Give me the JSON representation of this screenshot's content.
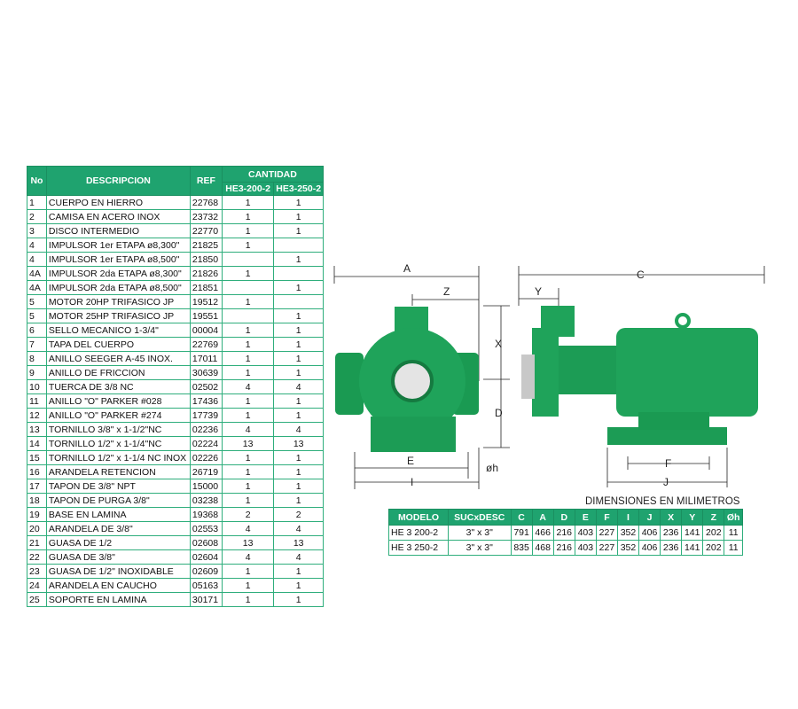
{
  "parts_table": {
    "headers": {
      "no": "No",
      "desc": "DESCRIPCION",
      "ref": "REF",
      "qty": "CANTIDAD",
      "model1": "HE3-200-2",
      "model2": "HE3-250-2"
    },
    "rows": [
      {
        "no": "1",
        "desc": "CUERPO EN HIERRO",
        "ref": "22768",
        "q1": "1",
        "q2": "1"
      },
      {
        "no": "2",
        "desc": "CAMISA EN ACERO INOX",
        "ref": "23732",
        "q1": "1",
        "q2": "1"
      },
      {
        "no": "3",
        "desc": "DISCO INTERMEDIO",
        "ref": "22770",
        "q1": "1",
        "q2": "1"
      },
      {
        "no": "4",
        "desc": "IMPULSOR 1er ETAPA ø8,300\"",
        "ref": "21825",
        "q1": "1",
        "q2": ""
      },
      {
        "no": "4",
        "desc": "IMPULSOR 1er ETAPA ø8,500\"",
        "ref": "21850",
        "q1": "",
        "q2": "1"
      },
      {
        "no": "4A",
        "desc": "IMPULSOR 2da ETAPA ø8,300\"",
        "ref": "21826",
        "q1": "1",
        "q2": ""
      },
      {
        "no": "4A",
        "desc": "IMPULSOR 2da ETAPA ø8,500\"",
        "ref": "21851",
        "q1": "",
        "q2": "1"
      },
      {
        "no": "5",
        "desc": "MOTOR 20HP TRIFASICO JP",
        "ref": "19512",
        "q1": "1",
        "q2": ""
      },
      {
        "no": "5",
        "desc": "MOTOR 25HP TRIFASICO JP",
        "ref": "19551",
        "q1": "",
        "q2": "1"
      },
      {
        "no": "6",
        "desc": "SELLO MECANICO 1-3/4\"",
        "ref": "00004",
        "q1": "1",
        "q2": "1"
      },
      {
        "no": "7",
        "desc": "TAPA DEL CUERPO",
        "ref": "22769",
        "q1": "1",
        "q2": "1"
      },
      {
        "no": "8",
        "desc": "ANILLO SEEGER A-45 INOX.",
        "ref": "17011",
        "q1": "1",
        "q2": "1"
      },
      {
        "no": "9",
        "desc": "ANILLO DE FRICCION",
        "ref": "30639",
        "q1": "1",
        "q2": "1"
      },
      {
        "no": "10",
        "desc": "TUERCA DE 3/8 NC",
        "ref": "02502",
        "q1": "4",
        "q2": "4"
      },
      {
        "no": "11",
        "desc": "ANILLO \"O\" PARKER #028",
        "ref": "17436",
        "q1": "1",
        "q2": "1"
      },
      {
        "no": "12",
        "desc": "ANILLO \"O\" PARKER #274",
        "ref": "17739",
        "q1": "1",
        "q2": "1"
      },
      {
        "no": "13",
        "desc": "TORNILLO 3/8\" x 1-1/2\"NC",
        "ref": "02236",
        "q1": "4",
        "q2": "4"
      },
      {
        "no": "14",
        "desc": "TORNILLO 1/2\" x 1-1/4\"NC",
        "ref": "02224",
        "q1": "13",
        "q2": "13"
      },
      {
        "no": "15",
        "desc": "TORNILLO 1/2\" x 1-1/4 NC INOX",
        "ref": "02226",
        "q1": "1",
        "q2": "1"
      },
      {
        "no": "16",
        "desc": "ARANDELA RETENCION",
        "ref": "26719",
        "q1": "1",
        "q2": "1"
      },
      {
        "no": "17",
        "desc": "TAPON DE 3/8\" NPT",
        "ref": "15000",
        "q1": "1",
        "q2": "1"
      },
      {
        "no": "18",
        "desc": "TAPON DE PURGA 3/8\"",
        "ref": "03238",
        "q1": "1",
        "q2": "1"
      },
      {
        "no": "19",
        "desc": "BASE EN LAMINA",
        "ref": "19368",
        "q1": "2",
        "q2": "2"
      },
      {
        "no": "20",
        "desc": "ARANDELA DE 3/8\"",
        "ref": "02553",
        "q1": "4",
        "q2": "4"
      },
      {
        "no": "21",
        "desc": "GUASA DE 1/2",
        "ref": "02608",
        "q1": "13",
        "q2": "13"
      },
      {
        "no": "22",
        "desc": "GUASA DE 3/8\"",
        "ref": "02604",
        "q1": "4",
        "q2": "4"
      },
      {
        "no": "23",
        "desc": "GUASA DE 1/2\" INOXIDABLE",
        "ref": "02609",
        "q1": "1",
        "q2": "1"
      },
      {
        "no": "24",
        "desc": "ARANDELA EN CAUCHO",
        "ref": "05163",
        "q1": "1",
        "q2": "1"
      },
      {
        "no": "25",
        "desc": "SOPORTE EN LAMINA",
        "ref": "30171",
        "q1": "1",
        "q2": "1"
      }
    ]
  },
  "diagram": {
    "labels": {
      "A": "A",
      "C": "C",
      "Z": "Z",
      "Y": "Y",
      "X": "X",
      "D": "D",
      "E": "E",
      "I": "I",
      "F": "F",
      "J": "J",
      "oh": "øh"
    },
    "pump_color": "#1fa35a"
  },
  "dimensions": {
    "caption": "DIMENSIONES EN MILIMETROS",
    "headers": [
      "MODELO",
      "SUCxDESC",
      "C",
      "A",
      "D",
      "E",
      "F",
      "I",
      "J",
      "X",
      "Y",
      "Z",
      "Øh"
    ],
    "rows": [
      [
        "HE 3 200-2",
        "3\" x 3\"",
        "791",
        "466",
        "216",
        "403",
        "227",
        "352",
        "406",
        "236",
        "141",
        "202",
        "11"
      ],
      [
        "HE 3 250-2",
        "3\" x 3\"",
        "835",
        "468",
        "216",
        "403",
        "227",
        "352",
        "406",
        "236",
        "141",
        "202",
        "11"
      ]
    ]
  }
}
